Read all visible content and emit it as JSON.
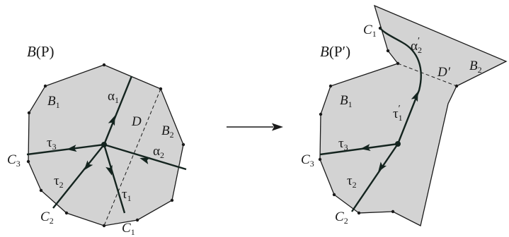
{
  "colors": {
    "fill": "#d3d3d3",
    "stroke": "#1a1a1a",
    "curve": "#14241f"
  },
  "left": {
    "title": {
      "main": "B",
      "arg": "(P)"
    },
    "region_b1": {
      "main": "B",
      "sub": "1"
    },
    "region_b2": {
      "main": "B",
      "sub": "2"
    },
    "region_d": {
      "main": "D"
    },
    "c1": {
      "main": "C",
      "sub": "1"
    },
    "c2": {
      "main": "C",
      "sub": "2"
    },
    "c3": {
      "main": "C",
      "sub": "3"
    },
    "alpha1": {
      "main": "α",
      "sub": "1"
    },
    "alpha2": {
      "main": "α",
      "sub": "2"
    },
    "tau1": {
      "main": "τ",
      "sub": "1"
    },
    "tau2": {
      "main": "τ",
      "sub": "2"
    },
    "tau3": {
      "main": "τ",
      "sub": "3"
    }
  },
  "right": {
    "title": {
      "main": "B",
      "arg": "(P′)"
    },
    "region_b1": {
      "main": "B",
      "sub": "1"
    },
    "region_b2": {
      "main": "B",
      "sub": "2"
    },
    "region_d": {
      "main": "D′"
    },
    "c1": {
      "main": "C",
      "sub": "1"
    },
    "c2": {
      "main": "C",
      "sub": "2"
    },
    "c3": {
      "main": "C",
      "sub": "3"
    },
    "alpha2": {
      "main": "α",
      "sub": "2",
      "prime": "′"
    },
    "tau1": {
      "main": "τ",
      "sub": "1",
      "prime": "′"
    },
    "tau2": {
      "main": "τ",
      "sub": "2"
    },
    "tau3": {
      "main": "τ",
      "sub": "3"
    }
  }
}
